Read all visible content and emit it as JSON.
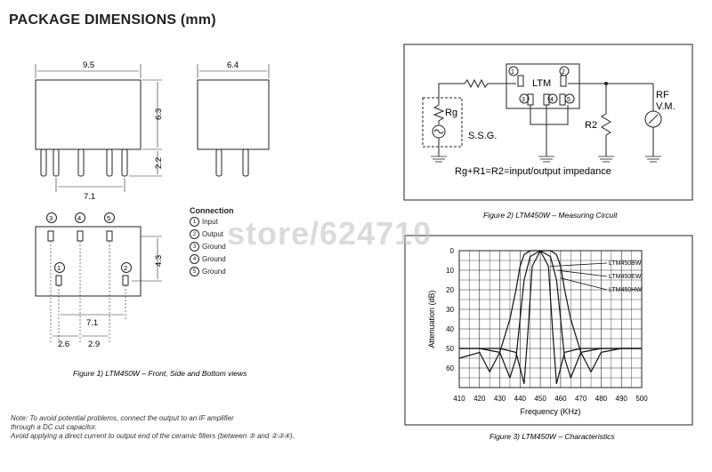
{
  "title": "PACKAGE DIMENSIONS (mm)",
  "front": {
    "width": "9.5",
    "height": "6.3",
    "pin_len": "2.2",
    "pitch": "7.1"
  },
  "side": {
    "width": "6.4"
  },
  "bottom": {
    "pins_top": [
      "3",
      "4",
      "5"
    ],
    "pins_bottom": [
      "1",
      "2"
    ],
    "height": "4.3",
    "pitch": "7.1",
    "offset1": "2.6",
    "offset2": "2.9"
  },
  "connection": {
    "title": "Connection",
    "items": [
      {
        "num": "1",
        "label": "Input"
      },
      {
        "num": "2",
        "label": "Output"
      },
      {
        "num": "3",
        "label": "Ground"
      },
      {
        "num": "4",
        "label": "Ground"
      },
      {
        "num": "5",
        "label": "Ground"
      }
    ]
  },
  "circuit": {
    "ltm": "LTM",
    "pins": [
      "1",
      "2",
      "3",
      "4",
      "5"
    ],
    "rg": "Rg",
    "ssg": "S.S.G.",
    "r2": "R2",
    "rf": "RF",
    "vm": "V.M.",
    "eq": "Rg+R1=R2=input/output impedance"
  },
  "chart_data": {
    "type": "line",
    "xlabel": "Frequency (KHz)",
    "ylabel": "Attenuation (dB)",
    "x_ticks": [
      "410",
      "420",
      "430",
      "440",
      "450",
      "460",
      "470",
      "480",
      "490",
      "500"
    ],
    "y_ticks": [
      "0",
      "10",
      "20",
      "30",
      "40",
      "50",
      "60"
    ],
    "xlim": [
      410,
      500
    ],
    "ylim": [
      0,
      70
    ],
    "series": [
      {
        "name": "LTM450BW",
        "x": [
          410,
          420,
          425,
          430,
          435,
          438,
          440,
          442,
          445,
          450,
          455,
          458,
          460,
          462,
          465,
          470,
          475,
          480,
          490,
          500
        ],
        "y": [
          55,
          52,
          62,
          52,
          35,
          20,
          8,
          2,
          0,
          0,
          0,
          2,
          8,
          20,
          35,
          52,
          62,
          52,
          50,
          50
        ]
      },
      {
        "name": "LTM450EW",
        "x": [
          410,
          420,
          430,
          435,
          438,
          440,
          442,
          445,
          450,
          455,
          458,
          460,
          462,
          465,
          470,
          480,
          490,
          500
        ],
        "y": [
          50,
          50,
          52,
          65,
          55,
          35,
          15,
          3,
          0,
          3,
          15,
          35,
          55,
          65,
          52,
          50,
          50,
          50
        ]
      },
      {
        "name": "LTM450HW",
        "x": [
          410,
          420,
          430,
          438,
          440,
          442,
          444,
          446,
          450,
          454,
          456,
          458,
          460,
          462,
          470,
          480,
          490,
          500
        ],
        "y": [
          50,
          50,
          50,
          52,
          60,
          68,
          40,
          8,
          0,
          8,
          40,
          68,
          60,
          52,
          50,
          50,
          50,
          50
        ]
      }
    ]
  },
  "captions": {
    "fig1": "Figure 1) LTM450W –  Front, Side and Bottom views",
    "fig2": "Figure 2) LTM450W –  Measuring Circuit",
    "fig3": "Figure 3) LTM450W –  Characteristics"
  },
  "note": [
    "Note: To avoid potential problems, connect the output to an IF amplifier",
    "through a DC cut capacitor.",
    "Avoid applying a direct current to output end of the ceramic filters (between ⑤ and ②③④)."
  ],
  "watermark": "store/624710"
}
